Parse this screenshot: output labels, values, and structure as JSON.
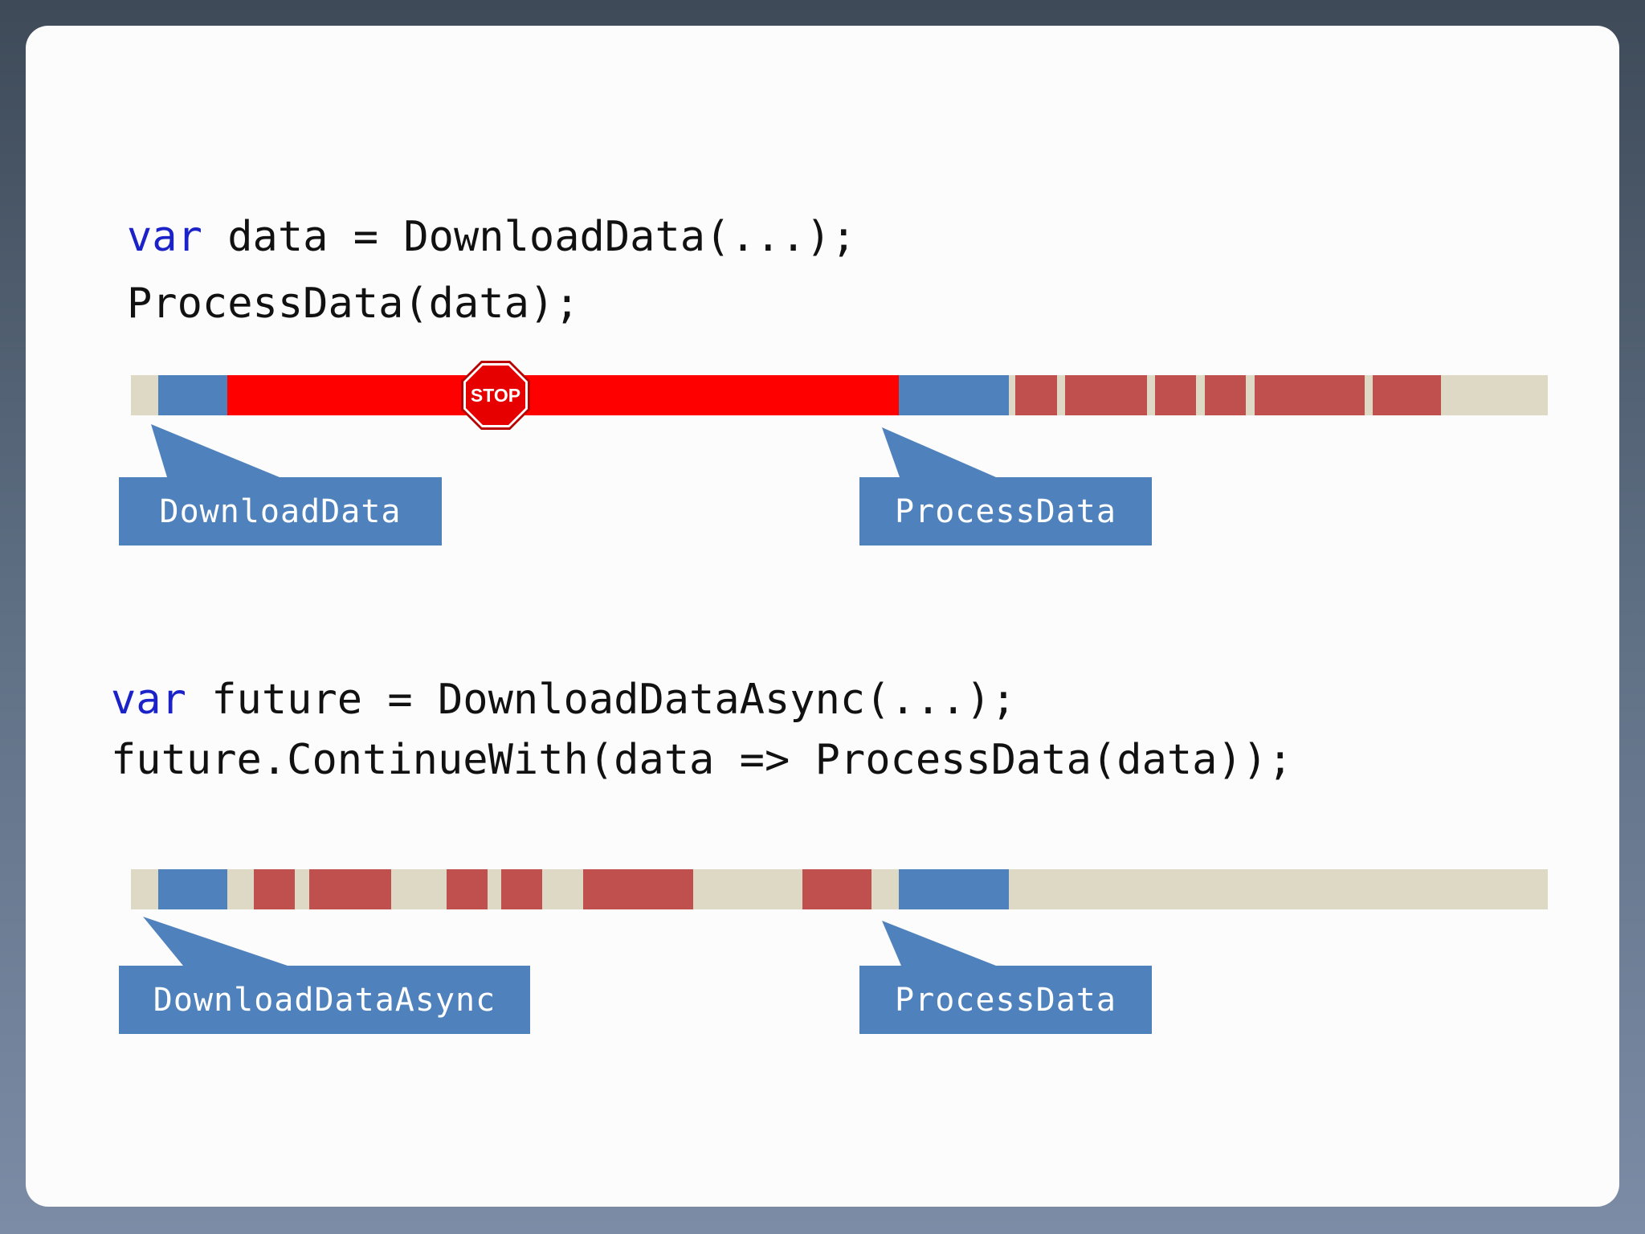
{
  "sync": {
    "code": {
      "line1": {
        "kw": "var",
        "rest": " data = DownloadData(...);"
      },
      "line2": "ProcessData(data);"
    },
    "stop_label": "STOP",
    "callouts": {
      "download": "DownloadData",
      "process": "ProcessData"
    }
  },
  "async": {
    "code": {
      "line1": {
        "kw": "var",
        "rest": " future = DownloadDataAsync(...);"
      },
      "line2": "future.ContinueWith(data => ProcessData(data));"
    },
    "callouts": {
      "download": "DownloadDataAsync",
      "process": "ProcessData"
    }
  },
  "colors": {
    "keyword": "#1a22c8",
    "track": "#ddd9c4",
    "blue": "#4f81bd",
    "blocked": "#ff0000",
    "other_work": "#c0504d",
    "stop_sign": "#e60000"
  }
}
